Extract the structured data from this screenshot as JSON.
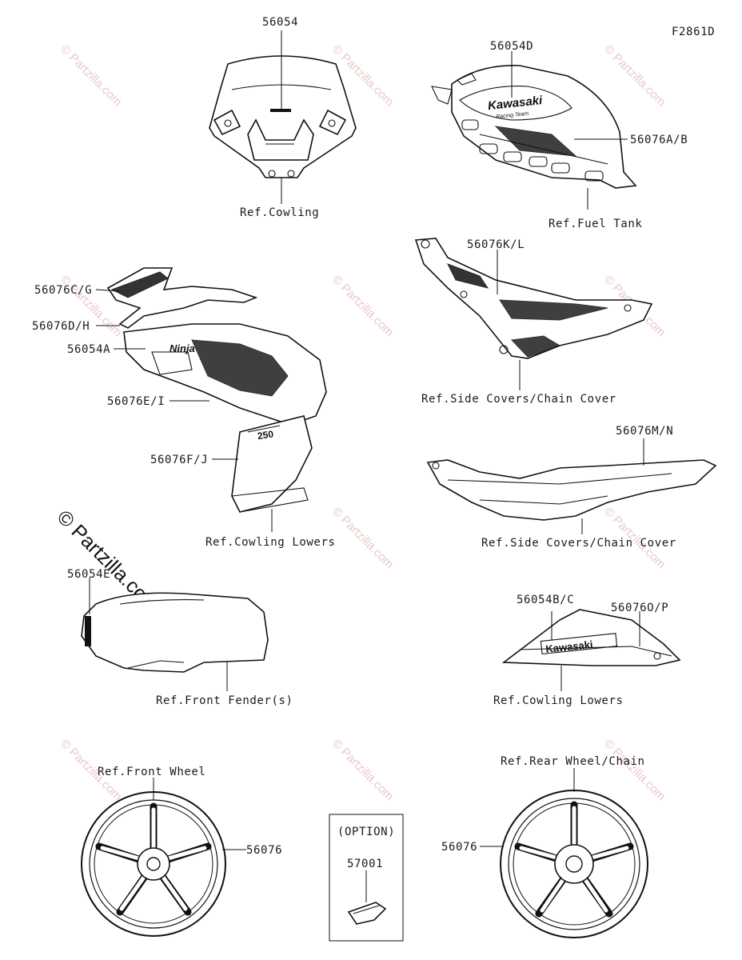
{
  "figure_code": "F2861D",
  "watermark": "© Partzilla.com",
  "callouts": {
    "windscreen_part": "56054",
    "ref_cowling": "Ref.Cowling",
    "fuel_tank_part": "56054D",
    "fuel_tank_stripe": "56076A/B",
    "ref_fuel_tank": "Ref.Fuel Tank",
    "side_cover_part": "56076K/L",
    "ref_side_covers_1": "Ref.Side Covers/Chain Cover",
    "tail_part": "56076M/N",
    "ref_side_covers_2": "Ref.Side Covers/Chain Cover",
    "cowl_c": "56076C/G",
    "cowl_d": "56076D/H",
    "cowl_a": "56054A",
    "cowl_e": "56076E/I",
    "cowl_f": "56076F/J",
    "ref_cowling_lowers_1": "Ref.Cowling Lowers",
    "fender_part": "56054E",
    "ref_front_fender": "Ref.Front Fender(s)",
    "lower_b": "56054B/C",
    "lower_o": "56076O/P",
    "ref_cowling_lowers_2": "Ref.Cowling Lowers",
    "ref_front_wheel": "Ref.Front Wheel",
    "front_wheel_part": "56076",
    "option_label": "(OPTION)",
    "option_part": "57001",
    "rear_wheel_part": "56076",
    "ref_rear_wheel": "Ref.Rear Wheel/Chain"
  },
  "decals": {
    "brand": "Kawasaki",
    "sub": "Racing Team",
    "model": "Ninja",
    "displacement": "250"
  },
  "colors": {
    "line": "#111111",
    "watermark": "#e7c9c9",
    "background": "#ffffff"
  }
}
